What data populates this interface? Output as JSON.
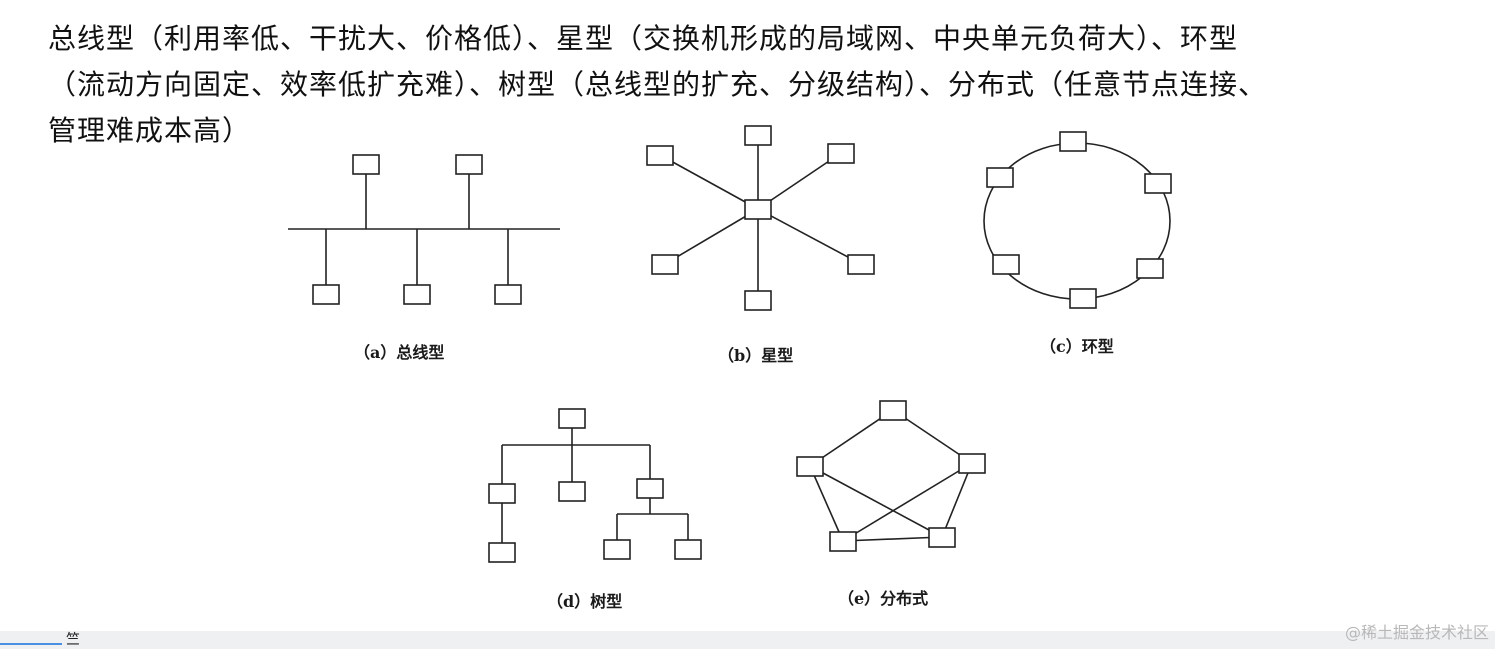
{
  "text": {
    "line1": "总线型（利用率低、干扰大、价格低）、星型（交换机形成的局域网、中央单元负荷大）、环型",
    "line2": "（流动方向固定、效率低扩充难）、树型（总线型的扩充、分级结构）、分布式（任意节点连接、",
    "line3": "管理难成本高）"
  },
  "captions": {
    "bus": "（a）总线型",
    "star": "（b）星型",
    "ring": "（c）环型",
    "tree": "（d）树型",
    "mesh": "（e）分布式"
  },
  "watermark": "@稀土掘金技术社区",
  "footer_glyph": "竺"
}
